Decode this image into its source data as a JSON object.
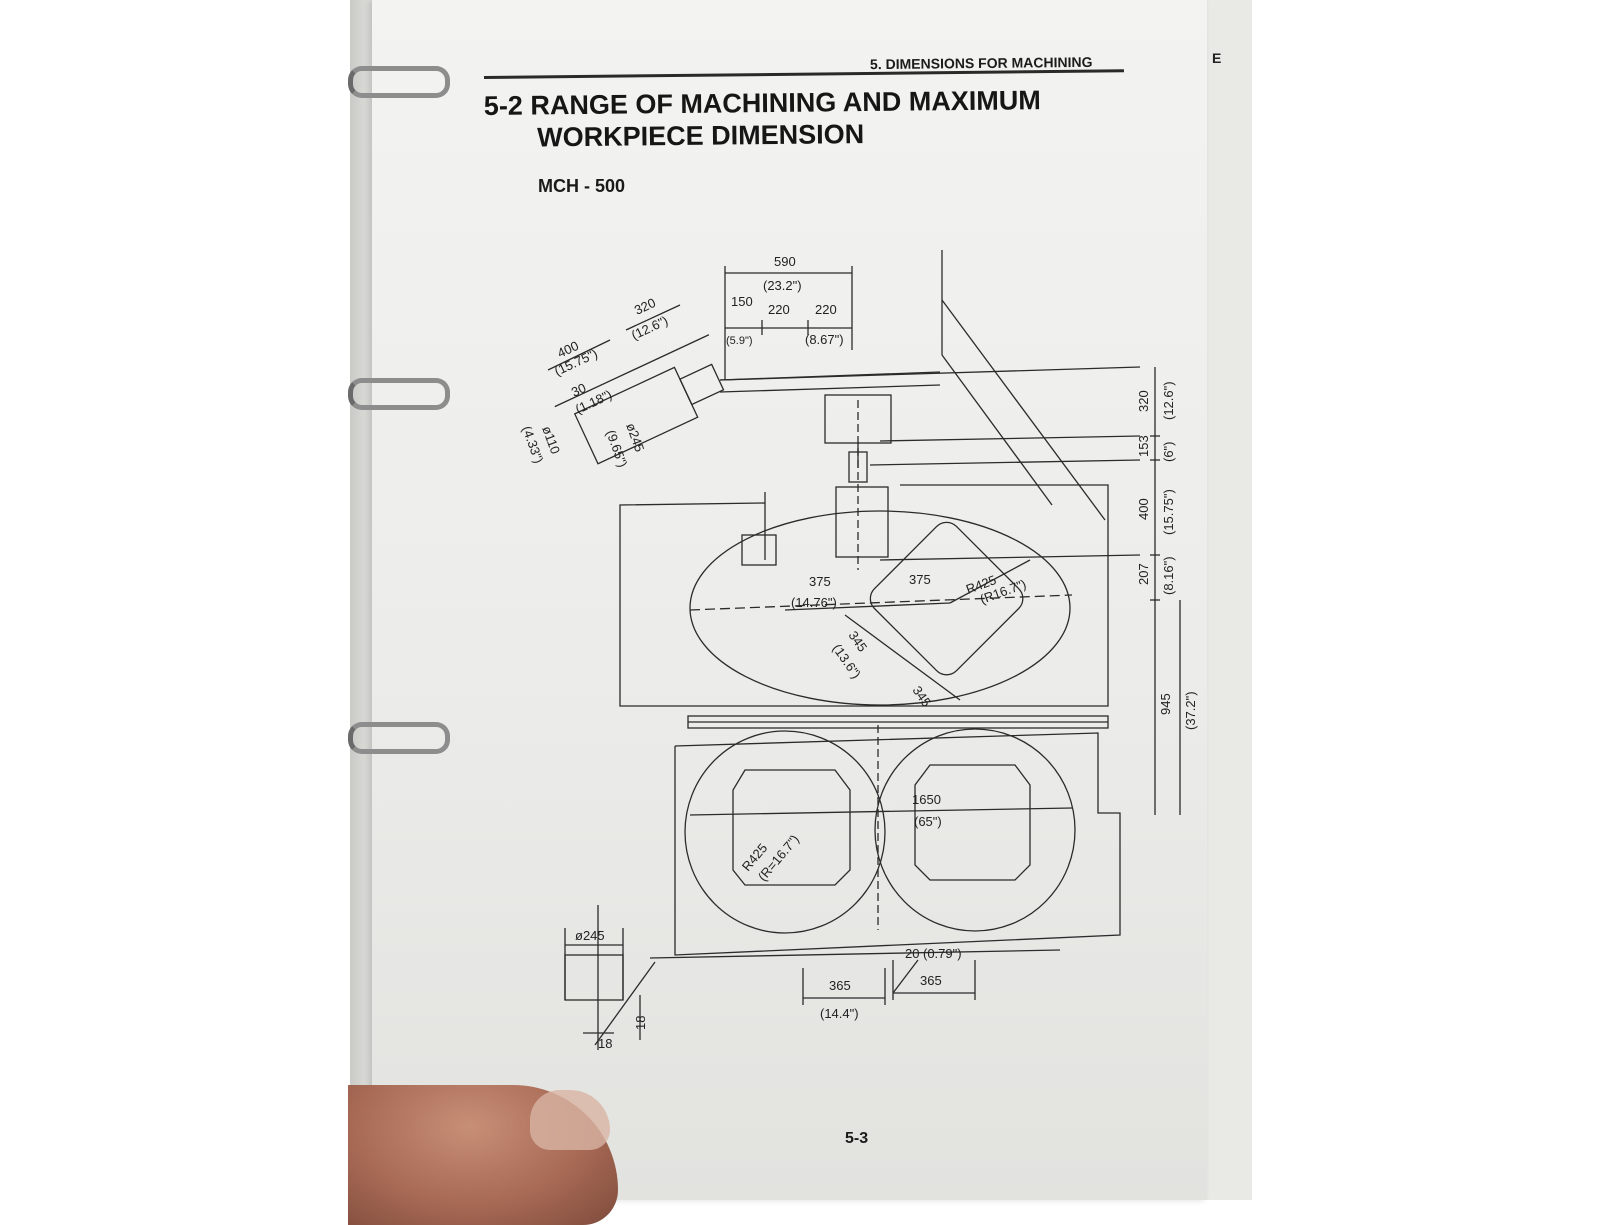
{
  "header": {
    "section_label": "5. DIMENSIONS FOR MACHINING",
    "next_page_letter": "E"
  },
  "title": {
    "line1": "5-2 RANGE OF MACHINING AND MAXIMUM",
    "line2": "WORKPIECE DIMENSION"
  },
  "model": "MCH - 500",
  "page_number": "5-3",
  "drawing": {
    "top_dims": {
      "overall": "590",
      "overall_in": "(23.2\")",
      "spindle_offset": "150",
      "spindle_offset_in": "(5.9\")",
      "half_left": "220",
      "half_right": "220",
      "half_in": "(8.67\")"
    },
    "tool_dims": {
      "length": "400",
      "length_in": "(15.75\")",
      "depth": "320",
      "depth_in": "(12.6\")",
      "shank": "30",
      "shank_in": "(1.18\")",
      "dia_small": "ø110",
      "dia_small_in": "(4.33\")",
      "dia_large": "ø245",
      "dia_large_in": "(9.65\")"
    },
    "right_dims": {
      "d320": "320",
      "d320_in": "(12.6\")",
      "d153": "153",
      "d153_in": "(6\")",
      "d400": "400",
      "d400_in": "(15.75\")",
      "d207": "207",
      "d207_in": "(8.16\")",
      "d945": "945",
      "d945_in": "(37.2\")"
    },
    "table_dims": {
      "left_375": "375",
      "left_375_in": "(14.76\")",
      "right_375": "375",
      "radius": "R425",
      "radius_in": "(R16.7\")",
      "diag_345": "345",
      "diag_345_in": "(13.6\")",
      "diag_345b": "345"
    },
    "pallet_dims": {
      "width": "1650",
      "width_in": "(65\")",
      "radius": "R425",
      "radius_in": "(R=16.7\")",
      "gap": "20",
      "gap_in": "(0.79\")",
      "left_365": "365",
      "left_365_in": "(14.4\")",
      "right_365": "365"
    },
    "detail_dims": {
      "dia": "ø245",
      "h18": "18",
      "v18": "18"
    }
  }
}
